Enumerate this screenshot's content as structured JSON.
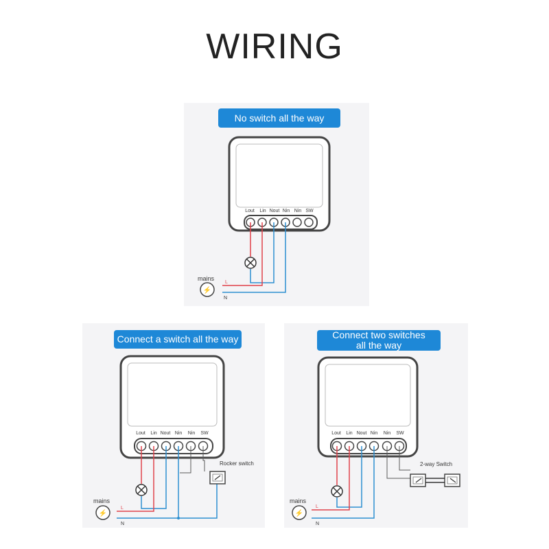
{
  "title": "WIRING",
  "colors": {
    "pill": "#1e88d7",
    "live": "#e0414a",
    "neutral": "#2d8fd0",
    "switch_wire": "#5a5a5a"
  },
  "terminal_labels": [
    "Lout",
    "Lin",
    "Nout",
    "Nin",
    "Nin",
    "SW"
  ],
  "panels": [
    {
      "heading": "No switch all the way",
      "mains": "mains",
      "live": "L",
      "neutral": "N"
    },
    {
      "heading": "Connect a switch all the way",
      "mains": "mains",
      "live": "L",
      "neutral": "N",
      "switch_label": "Rocker switch"
    },
    {
      "heading_line1": "Connect two switches",
      "heading_line2": "all the way",
      "mains": "mains",
      "live": "L",
      "neutral": "N",
      "switch_label": "2-way Switch"
    }
  ]
}
